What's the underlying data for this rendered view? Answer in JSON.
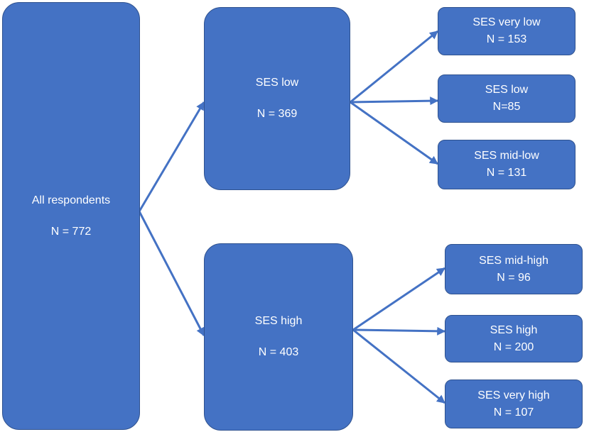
{
  "nodes": {
    "root": {
      "label": "All respondents",
      "count": "N = 772"
    },
    "low": {
      "label": "SES low",
      "count": "N = 369"
    },
    "high": {
      "label": "SES high",
      "count": "N = 403"
    },
    "very_low": {
      "label": "SES very low",
      "count": "N = 153"
    },
    "low_sub": {
      "label": "SES low",
      "count": "N=85"
    },
    "mid_low": {
      "label": "SES mid-low",
      "count": "N = 131"
    },
    "mid_high": {
      "label": "SES mid-high",
      "count": "N = 96"
    },
    "high_sub": {
      "label": "SES high",
      "count": "N = 200"
    },
    "very_high": {
      "label": "SES very high",
      "count": "N = 107"
    }
  },
  "colors": {
    "box_fill": "#4472C4",
    "box_border": "#2F528F",
    "arrow": "#4472C4",
    "text": "#FFFFFF"
  }
}
